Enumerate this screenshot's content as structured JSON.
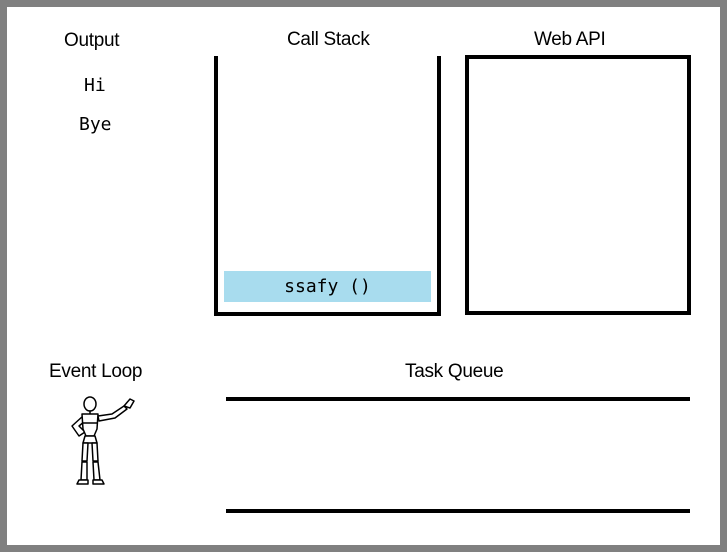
{
  "output": {
    "title": "Output",
    "lines": [
      "Hi",
      "Bye"
    ]
  },
  "call_stack": {
    "title": "Call Stack",
    "frames": [
      "ssafy ()"
    ],
    "frame_color": "#a8dcee"
  },
  "web_api": {
    "title": "Web API"
  },
  "event_loop": {
    "title": "Event Loop",
    "figure_icon": "wooden-mannequin-figure"
  },
  "task_queue": {
    "title": "Task Queue"
  }
}
